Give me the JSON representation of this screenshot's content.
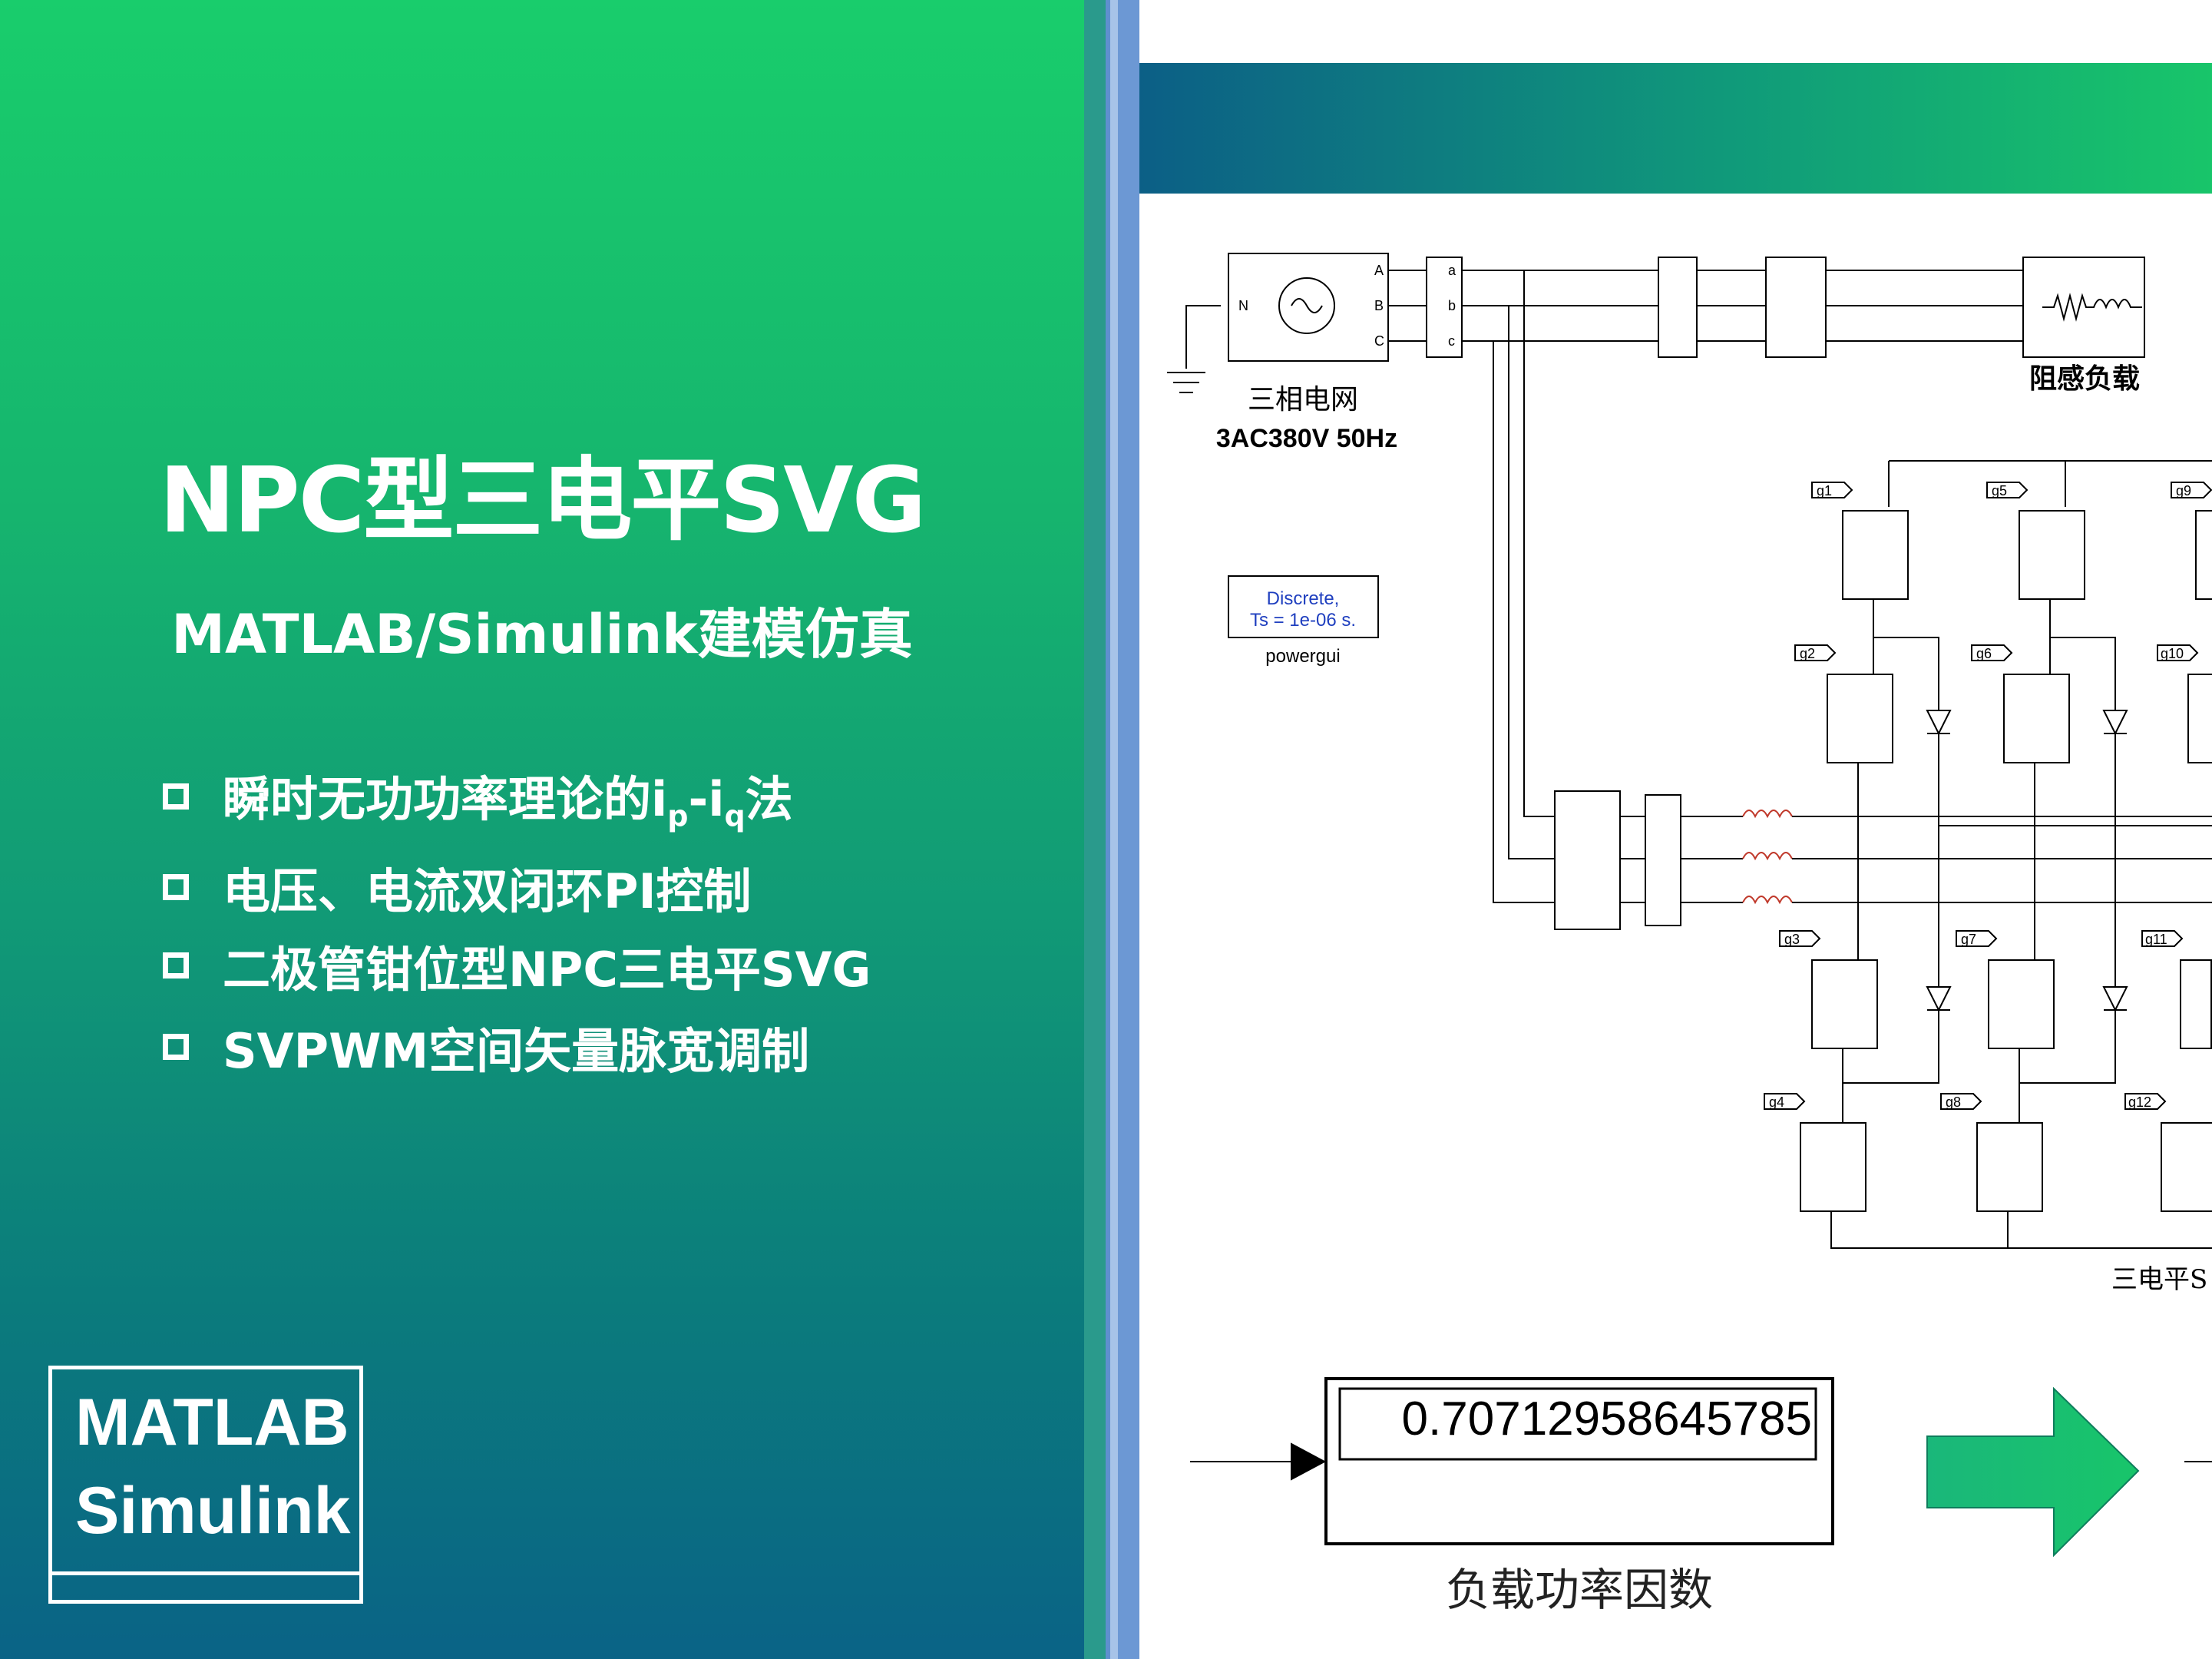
{
  "slide": {
    "title": "NPC型三电平SVG",
    "subtitle": "MATLAB/Simulink建模仿真",
    "bullets": [
      {
        "text": "瞬时无功功率理论的i",
        "sub1": "p",
        "mid": "-i",
        "sub2": "q",
        "tail": "法"
      },
      {
        "text": "电压、电流双闭环PI控制"
      },
      {
        "text": "二极管钳位型NPC三电平SVG"
      },
      {
        "text": "SVPWM空间矢量脉宽调制"
      }
    ],
    "logo": {
      "line1": "MATLAB",
      "line2": "Simulink"
    }
  },
  "diagram": {
    "grid_label": "三相电网",
    "grid_spec": "3AC380V 50Hz",
    "load_label": "阻感负载",
    "powergui": {
      "line1": "Discrete,",
      "line2": "Ts = 1e-06 s.",
      "name": "powergui"
    },
    "svg_label": "三电平S",
    "gate_tags": [
      "g1",
      "g5",
      "g9",
      "g2",
      "g6",
      "g10",
      "g3",
      "g7",
      "g11",
      "g4",
      "g8",
      "g12"
    ],
    "display": {
      "value": "0.70712958645785",
      "label": "负载功率因数"
    },
    "port_labels": {
      "A": "A",
      "B": "B",
      "C": "C",
      "a": "a",
      "b": "b",
      "c": "c",
      "N": "N"
    }
  },
  "colors": {
    "accent_green": "#19cd6c",
    "accent_blue": "#0a6386",
    "arrow_green": "#17b46c"
  }
}
